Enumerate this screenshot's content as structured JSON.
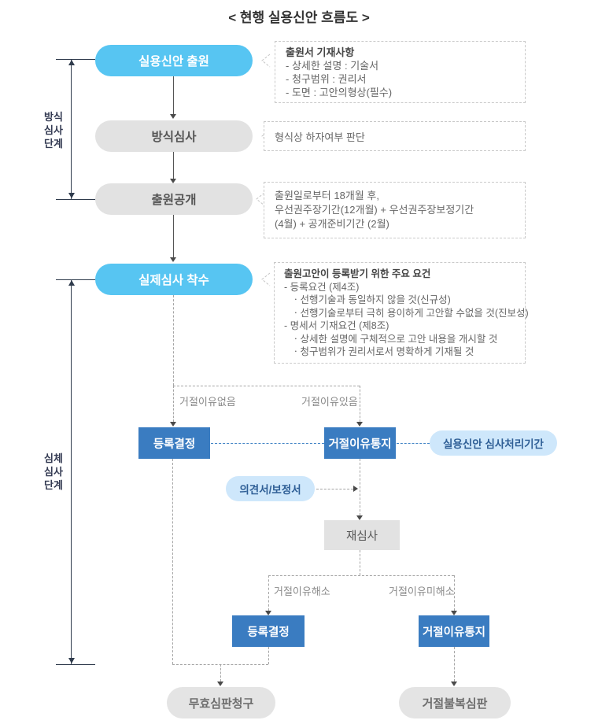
{
  "title": "< 현행 실용신안 흐름도 >",
  "brackets": [
    {
      "lines": [
        "방식",
        "심사",
        "단계"
      ]
    },
    {
      "lines": [
        "심체",
        "심사",
        "단계"
      ]
    }
  ],
  "nodes": {
    "application": "실용신안 출원",
    "formality_exam": "방식심사",
    "publication": "출원공개",
    "substantive_exam": "실제심사 착수",
    "registration_decision_1": "등록결정",
    "rejection_notice_1": "거절이유통지",
    "processing_period": "실용신안 심사처리기간",
    "opinion_amendment": "의견서/보정서",
    "reexamination": "재심사",
    "registration_decision_2": "등록결정",
    "rejection_notice_2": "거절이유통지",
    "invalidation_trial": "무효심판청구",
    "rejection_appeal": "거절불복심판"
  },
  "notes": {
    "application": {
      "title": "출원서 기재사항",
      "lines": [
        "- 상세한 설명 : 기술서",
        "- 청구범위 : 권리서",
        "- 도면 :  고안의형상(필수)"
      ]
    },
    "formality": {
      "line": "형식상 하자여부 판단"
    },
    "publication": {
      "lines": [
        "출원일로부터 18개월 후,",
        "우선권주장기간(12개월) + 우선권주장보정기간",
        "(4월) + 공개준비기간 (2월)"
      ]
    },
    "substantive": {
      "title": "출원고안이 등록받기 위한 주요 요건",
      "lines": [
        "- 등록요건 (제4조)",
        "ㆍ선행기술과 동일하지 않을 것(신규성)",
        "ㆍ선행기술로부터 극히 용이하게 고안할 수없을 것(진보성)",
        "- 명세서 기재요건 (제8조)",
        "ㆍ상세한 설명에 구체적으로 고안 내용을 개시할 것",
        "ㆍ청구범위가 권리서로서 명확하게 기재될 것"
      ]
    }
  },
  "edge_labels": {
    "no_rejection": "거절이유없음",
    "rejection_exists": "거절이유있음",
    "rejection_resolved": "거절이유해소",
    "rejection_unresolved": "거절이유미해소"
  },
  "colors": {
    "sky_blue": "#57C5F2",
    "gray_node": "#E2E2E2",
    "blue_box": "#3A7CC1",
    "light_blue_pill": "#CEE7FB",
    "light_blue_text": "#2F5F96",
    "blue_dash": "#4586C6",
    "gray_dash": "#A5A5A5",
    "navy_bracket": "#2F3B4C"
  }
}
